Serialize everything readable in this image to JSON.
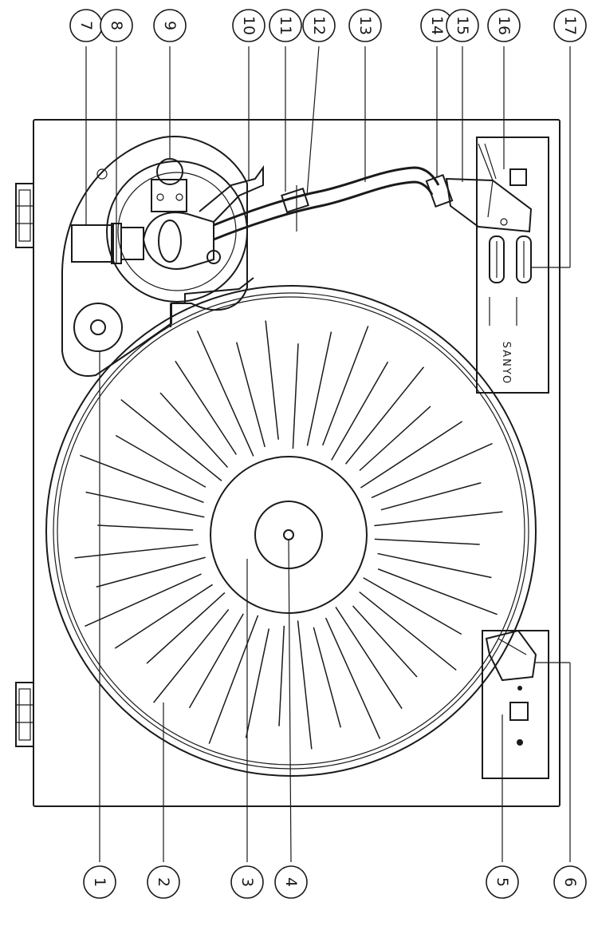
{
  "brand": "SANYO",
  "callouts": {
    "c1": "1",
    "c2": "2",
    "c3": "3",
    "c4": "4",
    "c5": "5",
    "c6": "6",
    "c7": "7",
    "c8": "8",
    "c9": "9",
    "c10": "10",
    "c11": "11",
    "c12": "12",
    "c13": "13",
    "c14": "14",
    "c15": "15",
    "c16": "16",
    "c17": "17"
  }
}
